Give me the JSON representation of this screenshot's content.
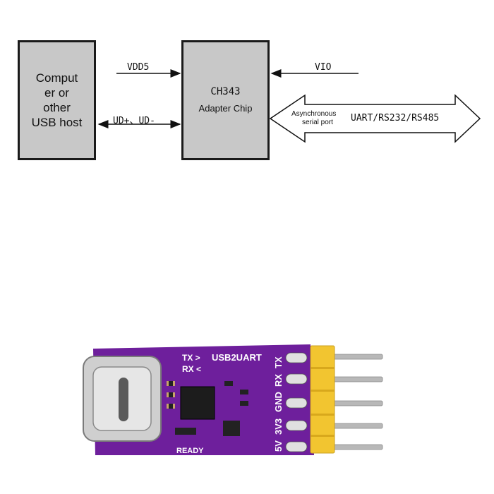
{
  "diagram": {
    "host_box": {
      "lines": [
        "Comput",
        "er or",
        "other",
        "USB host"
      ]
    },
    "chip_box": {
      "name": "CH343",
      "subtitle": "Adapter Chip"
    },
    "signals": {
      "vdd": "VDD5",
      "usb_data": "UD+、UD-",
      "vio": "VIO"
    },
    "serial": {
      "desc_line1": "Asynchronous",
      "desc_line2": "serial port",
      "protocols": "UART/RS232/RS485"
    }
  },
  "board": {
    "silkscreen_title": "USB2UART",
    "tx_marker": "TX >",
    "rx_marker": "RX <",
    "ready_label": "READY",
    "pin_labels": [
      "TX",
      "RX",
      "GND",
      "3V3",
      "5V"
    ],
    "colors": {
      "pcb": "#6e1f9c",
      "header": "#f2c530",
      "connector": "#cfcfcf"
    }
  }
}
